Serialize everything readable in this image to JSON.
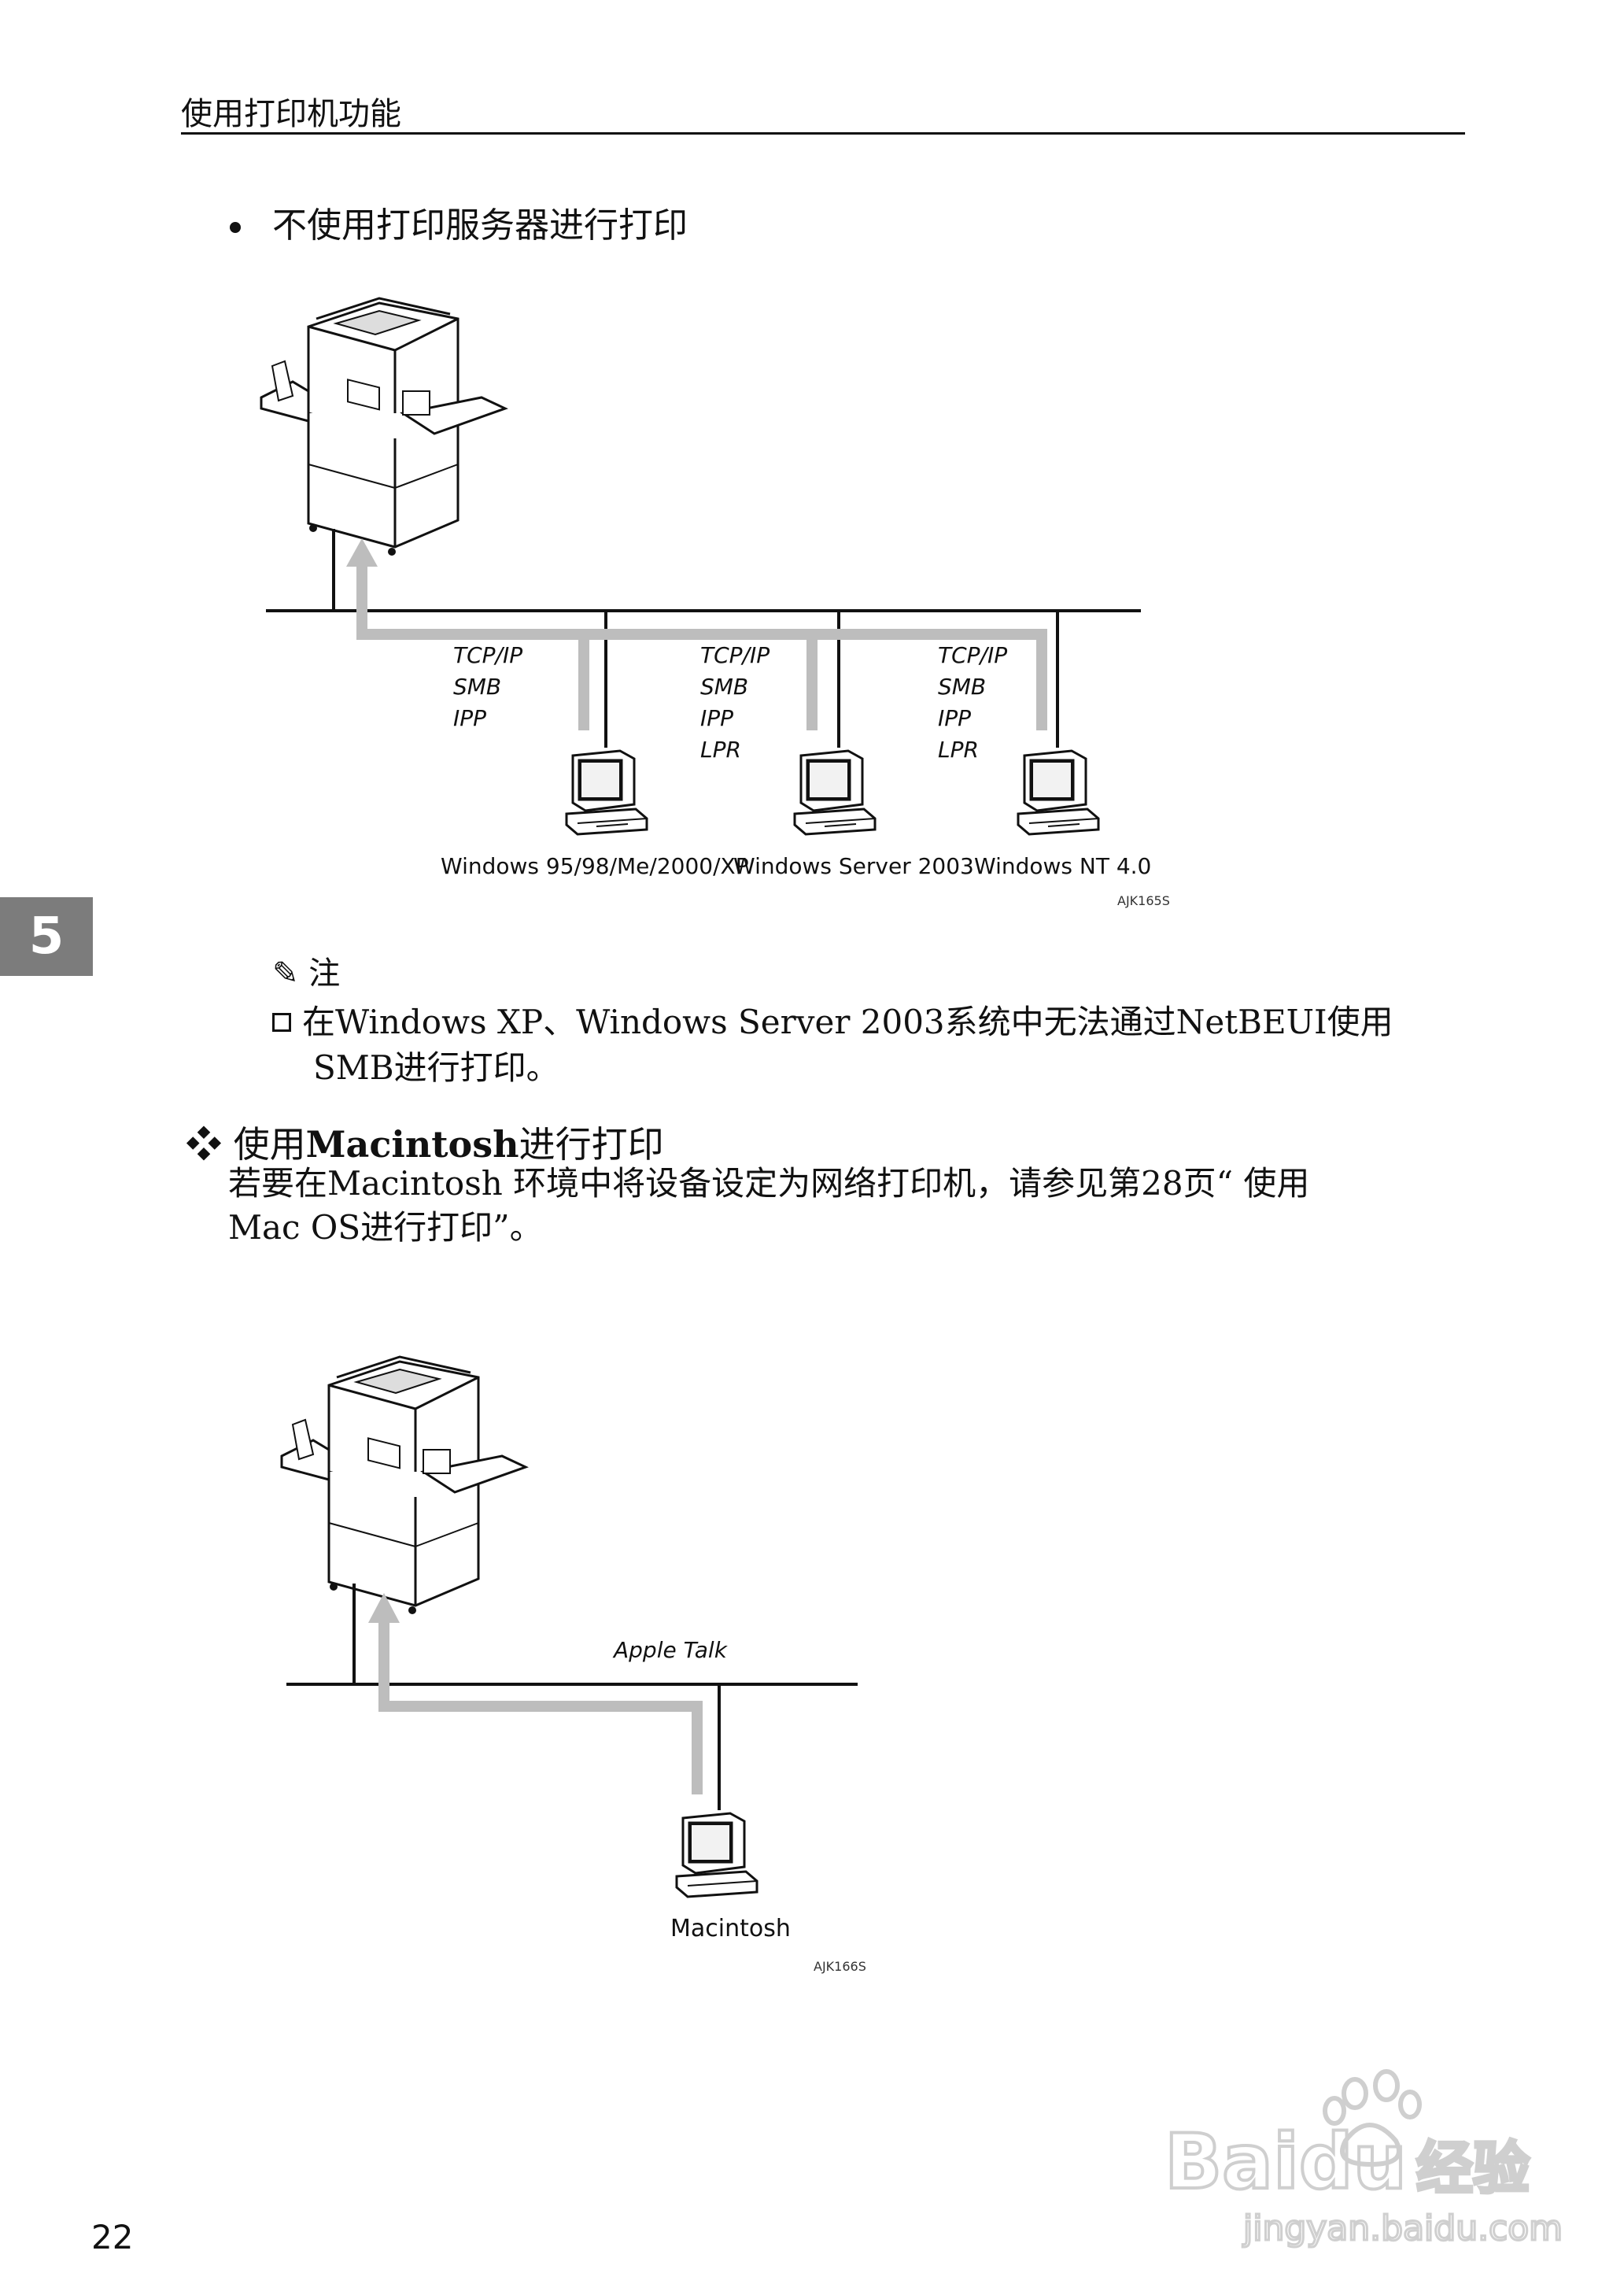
{
  "header": {
    "title": "使用打印机功能"
  },
  "section1": {
    "bullet": "不使用打印服务器进行打印"
  },
  "diagram1": {
    "protocols": [
      [
        "TCP/IP",
        "SMB",
        "IPP"
      ],
      [
        "TCP/IP",
        "SMB",
        "IPP",
        "LPR"
      ],
      [
        "TCP/IP",
        "SMB",
        "IPP",
        "LPR"
      ]
    ],
    "clients": [
      "Windows 95/98/Me/2000/XP",
      "Windows Server 2003",
      "Windows NT 4.0"
    ],
    "figure_id": "AJK165S"
  },
  "chapter_tab": "5",
  "note": {
    "heading": "注",
    "line1": "在Windows XP、Windows Server 2003系统中无法通过NetBEUI使用",
    "line2": "SMB进行打印。"
  },
  "section2": {
    "marker": "❖",
    "heading_pre": "使用",
    "heading_bold": "Macintosh",
    "heading_post": "进行打印",
    "body_line1": "若要在Macintosh 环境中将设备设定为网络打印机，请参见第28页“ 使用",
    "body_line2": "Mac OS进行打印”。"
  },
  "diagram2": {
    "protocol": "Apple Talk",
    "client": "Macintosh",
    "figure_id": "AJK166S"
  },
  "page_number": "22",
  "watermark": {
    "brand": "Baidu",
    "tagline": "经验",
    "url": "jingyan.baidu.com"
  }
}
